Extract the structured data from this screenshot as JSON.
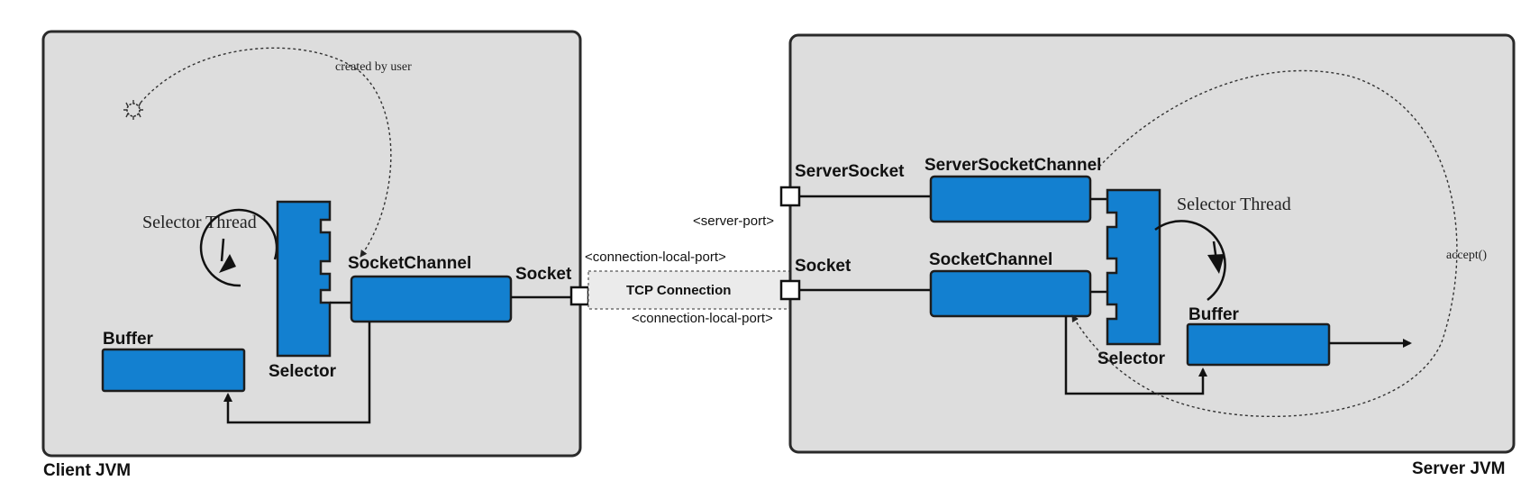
{
  "client": {
    "jvm_label": "Client JVM",
    "created_by_user": "created by user",
    "selector_thread": "Selector Thread",
    "selector": "Selector",
    "socket_channel": "SocketChannel",
    "socket": "Socket",
    "buffer": "Buffer"
  },
  "server": {
    "jvm_label": "Server JVM",
    "server_socket": "ServerSocket",
    "server_socket_channel": "ServerSocketChannel",
    "selector_thread": "Selector Thread",
    "socket": "Socket",
    "socket_channel": "SocketChannel",
    "selector": "Selector",
    "buffer": "Buffer",
    "accept": "accept()"
  },
  "connection": {
    "label": "TCP Connection",
    "server_port": "<server-port>",
    "local_port_top": "<connection-local-port>",
    "local_port_bottom": "<connection-local-port>"
  }
}
